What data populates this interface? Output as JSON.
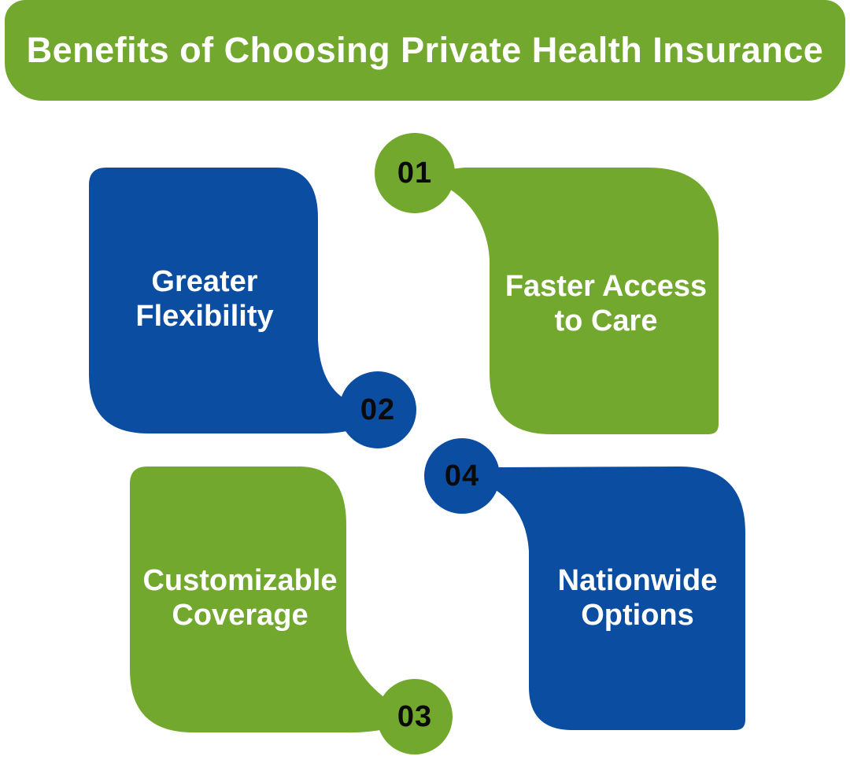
{
  "header": {
    "title": "Benefits of Choosing Private Health Insurance"
  },
  "cards": [
    {
      "number": "01",
      "label": "Faster Access to Care"
    },
    {
      "number": "02",
      "label": "Greater Flexibility"
    },
    {
      "number": "03",
      "label": "Customizable Coverage"
    },
    {
      "number": "04",
      "label": "Nationwide Options"
    }
  ],
  "colors": {
    "green": "#72A82D",
    "blue": "#0B4DA0",
    "title-text": "#FFFFFF",
    "label-text": "#FFFFFF",
    "number-text": "#0A0A0A",
    "background": "#FFFFFF"
  }
}
